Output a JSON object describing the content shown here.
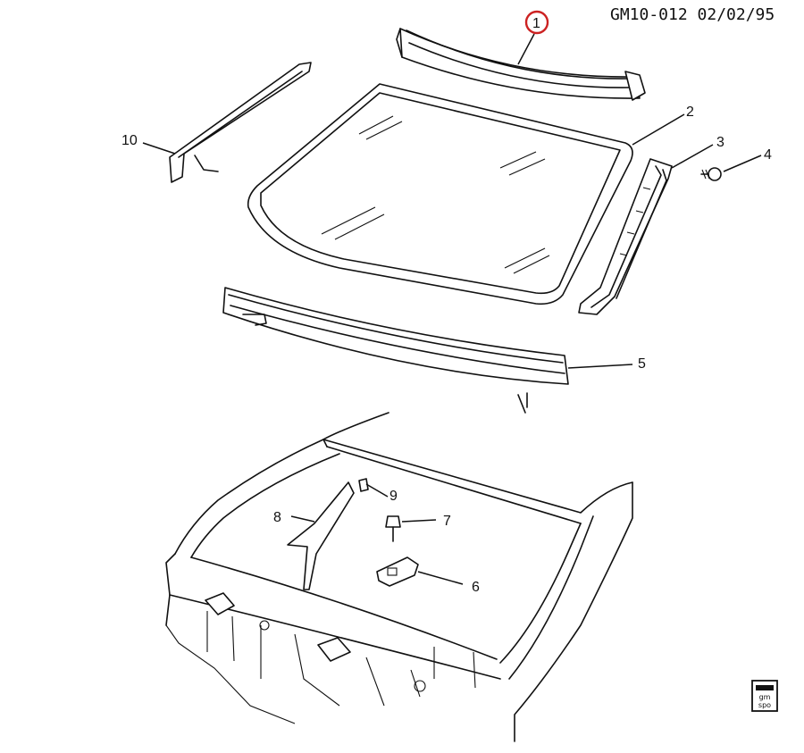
{
  "reference": "GM10-012 02/02/95",
  "highlight_color": "#cc2222",
  "callouts": {
    "c1": "1",
    "c2": "2",
    "c3": "3",
    "c4": "4",
    "c5": "5",
    "c6": "6",
    "c7": "7",
    "c8": "8",
    "c9": "9",
    "c10": "10"
  },
  "logo": {
    "line1": "gm",
    "line2": "spo"
  }
}
